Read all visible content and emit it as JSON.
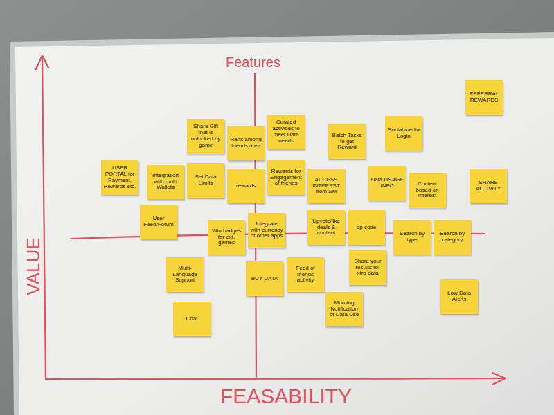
{
  "diagram": {
    "nodes": [
      {
        "text": [
          "REFERRAL REWARDS"
        ]
      },
      {
        "text": [
          "Curated activities to meet Data needs"
        ]
      },
      {
        "text": [
          "Social media Login"
        ]
      },
      {
        "text": [
          "Share Gift that is unlocked by game"
        ]
      },
      {
        "text": [
          "Rank among friends area"
        ]
      },
      {
        "text": [
          "Batch Tasks to get Reward"
        ]
      },
      {
        "text": [
          "USER PORTAL for Payment, Rewards etc."
        ]
      },
      {
        "text": [
          "Integration with multi Wallets"
        ]
      },
      {
        "text": [
          "Set Data Limits"
        ]
      },
      {
        "text": [
          "rewards"
        ]
      },
      {
        "text": [
          "Rewards for Engagement of friends"
        ]
      },
      {
        "text": [
          "ACCESS INTEREST from SM"
        ]
      },
      {
        "text": [
          "Data USAGE INFO"
        ]
      },
      {
        "text": [
          "SHARE ACTIVITY"
        ]
      },
      {
        "text": [
          "Content based on interest"
        ]
      },
      {
        "text": [
          "User Feed/Forum"
        ]
      },
      {
        "text": [
          "op code"
        ]
      },
      {
        "text": [
          "Upvote/like deals & content"
        ]
      },
      {
        "text": [
          "Integrate with currency of other apps"
        ]
      },
      {
        "text": [
          "Win badges for ext. games"
        ]
      },
      {
        "text": [
          "Search by type"
        ]
      },
      {
        "text": [
          "Search by category"
        ]
      },
      {
        "text": [
          "Share your results for xtra data"
        ]
      },
      {
        "text": [
          "Feed of friends activity"
        ]
      },
      {
        "text": [
          "Multi-Language Support"
        ]
      },
      {
        "text": [
          "BUY DATA"
        ]
      },
      {
        "text": [
          "Morning Notification of Data Use"
        ]
      },
      {
        "text": [
          "Low Data Alerts"
        ]
      },
      {
        "text": [
          "Chat"
        ]
      }
    ],
    "labels": [
      "Features",
      "VALUE",
      "FEASABILITY"
    ]
  }
}
